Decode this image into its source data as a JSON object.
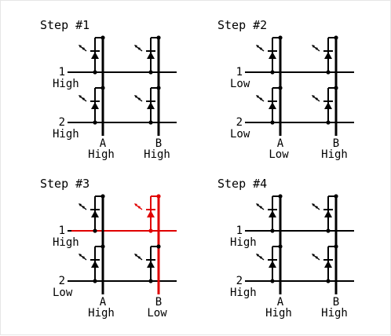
{
  "colors": {
    "wire": "#000000",
    "active": "#e00000",
    "background": "#ffffff"
  },
  "panels": [
    {
      "title": "Step #1",
      "rows": [
        {
          "number": "1",
          "level": "High"
        },
        {
          "number": "2",
          "level": "High"
        }
      ],
      "columns": [
        {
          "name": "A",
          "level": "High"
        },
        {
          "name": "B",
          "level": "High"
        }
      ],
      "lit_led": null
    },
    {
      "title": "Step #2",
      "rows": [
        {
          "number": "1",
          "level": "Low"
        },
        {
          "number": "2",
          "level": "Low"
        }
      ],
      "columns": [
        {
          "name": "A",
          "level": "Low"
        },
        {
          "name": "B",
          "level": "High"
        }
      ],
      "lit_led": null
    },
    {
      "title": "Step #3",
      "rows": [
        {
          "number": "1",
          "level": "High"
        },
        {
          "number": "2",
          "level": "Low"
        }
      ],
      "columns": [
        {
          "name": "A",
          "level": "High"
        },
        {
          "name": "B",
          "level": "Low"
        }
      ],
      "lit_led": {
        "row": 1,
        "column": "B"
      }
    },
    {
      "title": "Step #4",
      "rows": [
        {
          "number": "1",
          "level": "High"
        },
        {
          "number": "2",
          "level": "High"
        }
      ],
      "columns": [
        {
          "name": "A",
          "level": "High"
        },
        {
          "name": "B",
          "level": "High"
        }
      ],
      "lit_led": null
    }
  ]
}
